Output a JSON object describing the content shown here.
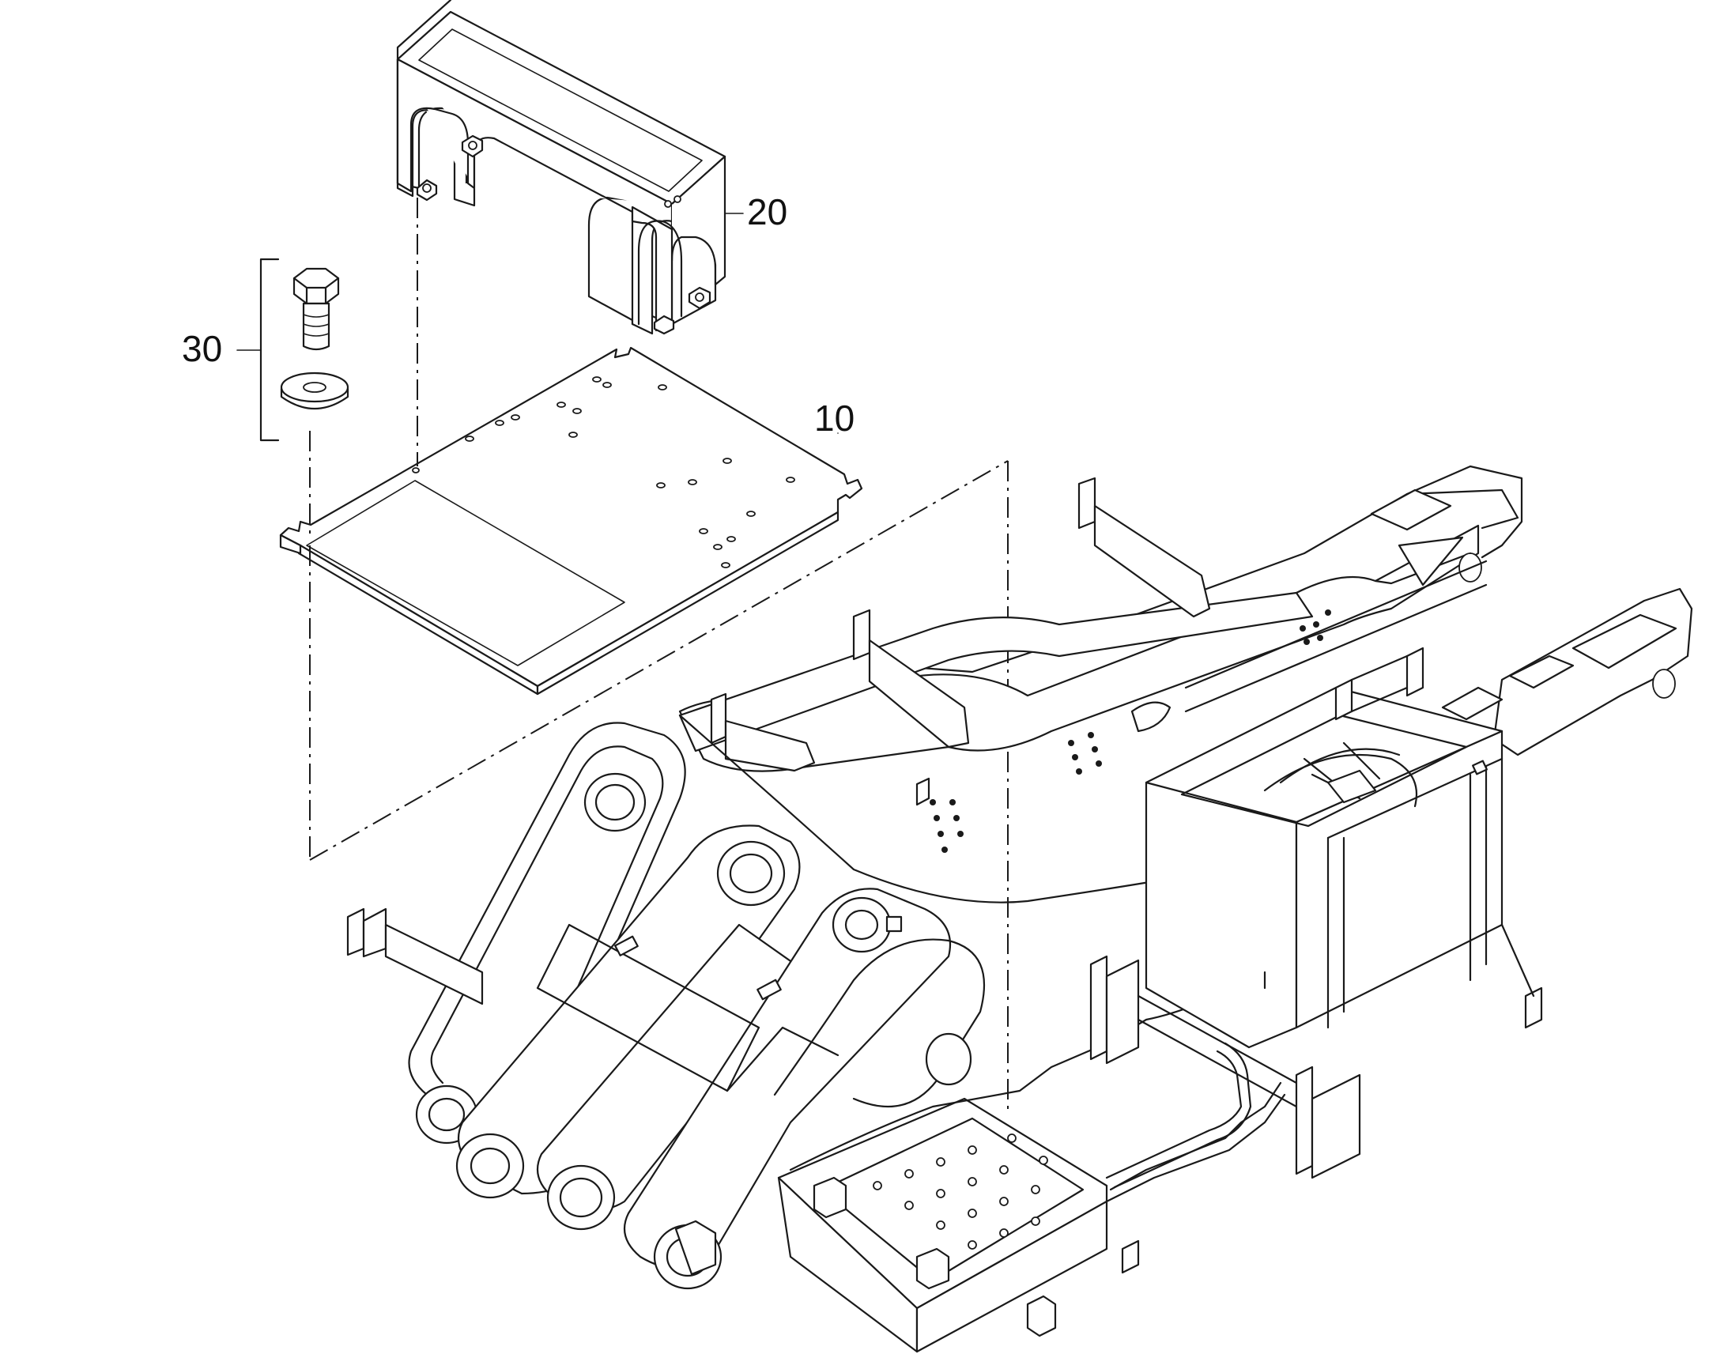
{
  "callouts": {
    "item_10": "10",
    "item_20": "20",
    "item_30": "30"
  },
  "colors": {
    "line": "#1a1a1a",
    "background": "#ffffff"
  }
}
